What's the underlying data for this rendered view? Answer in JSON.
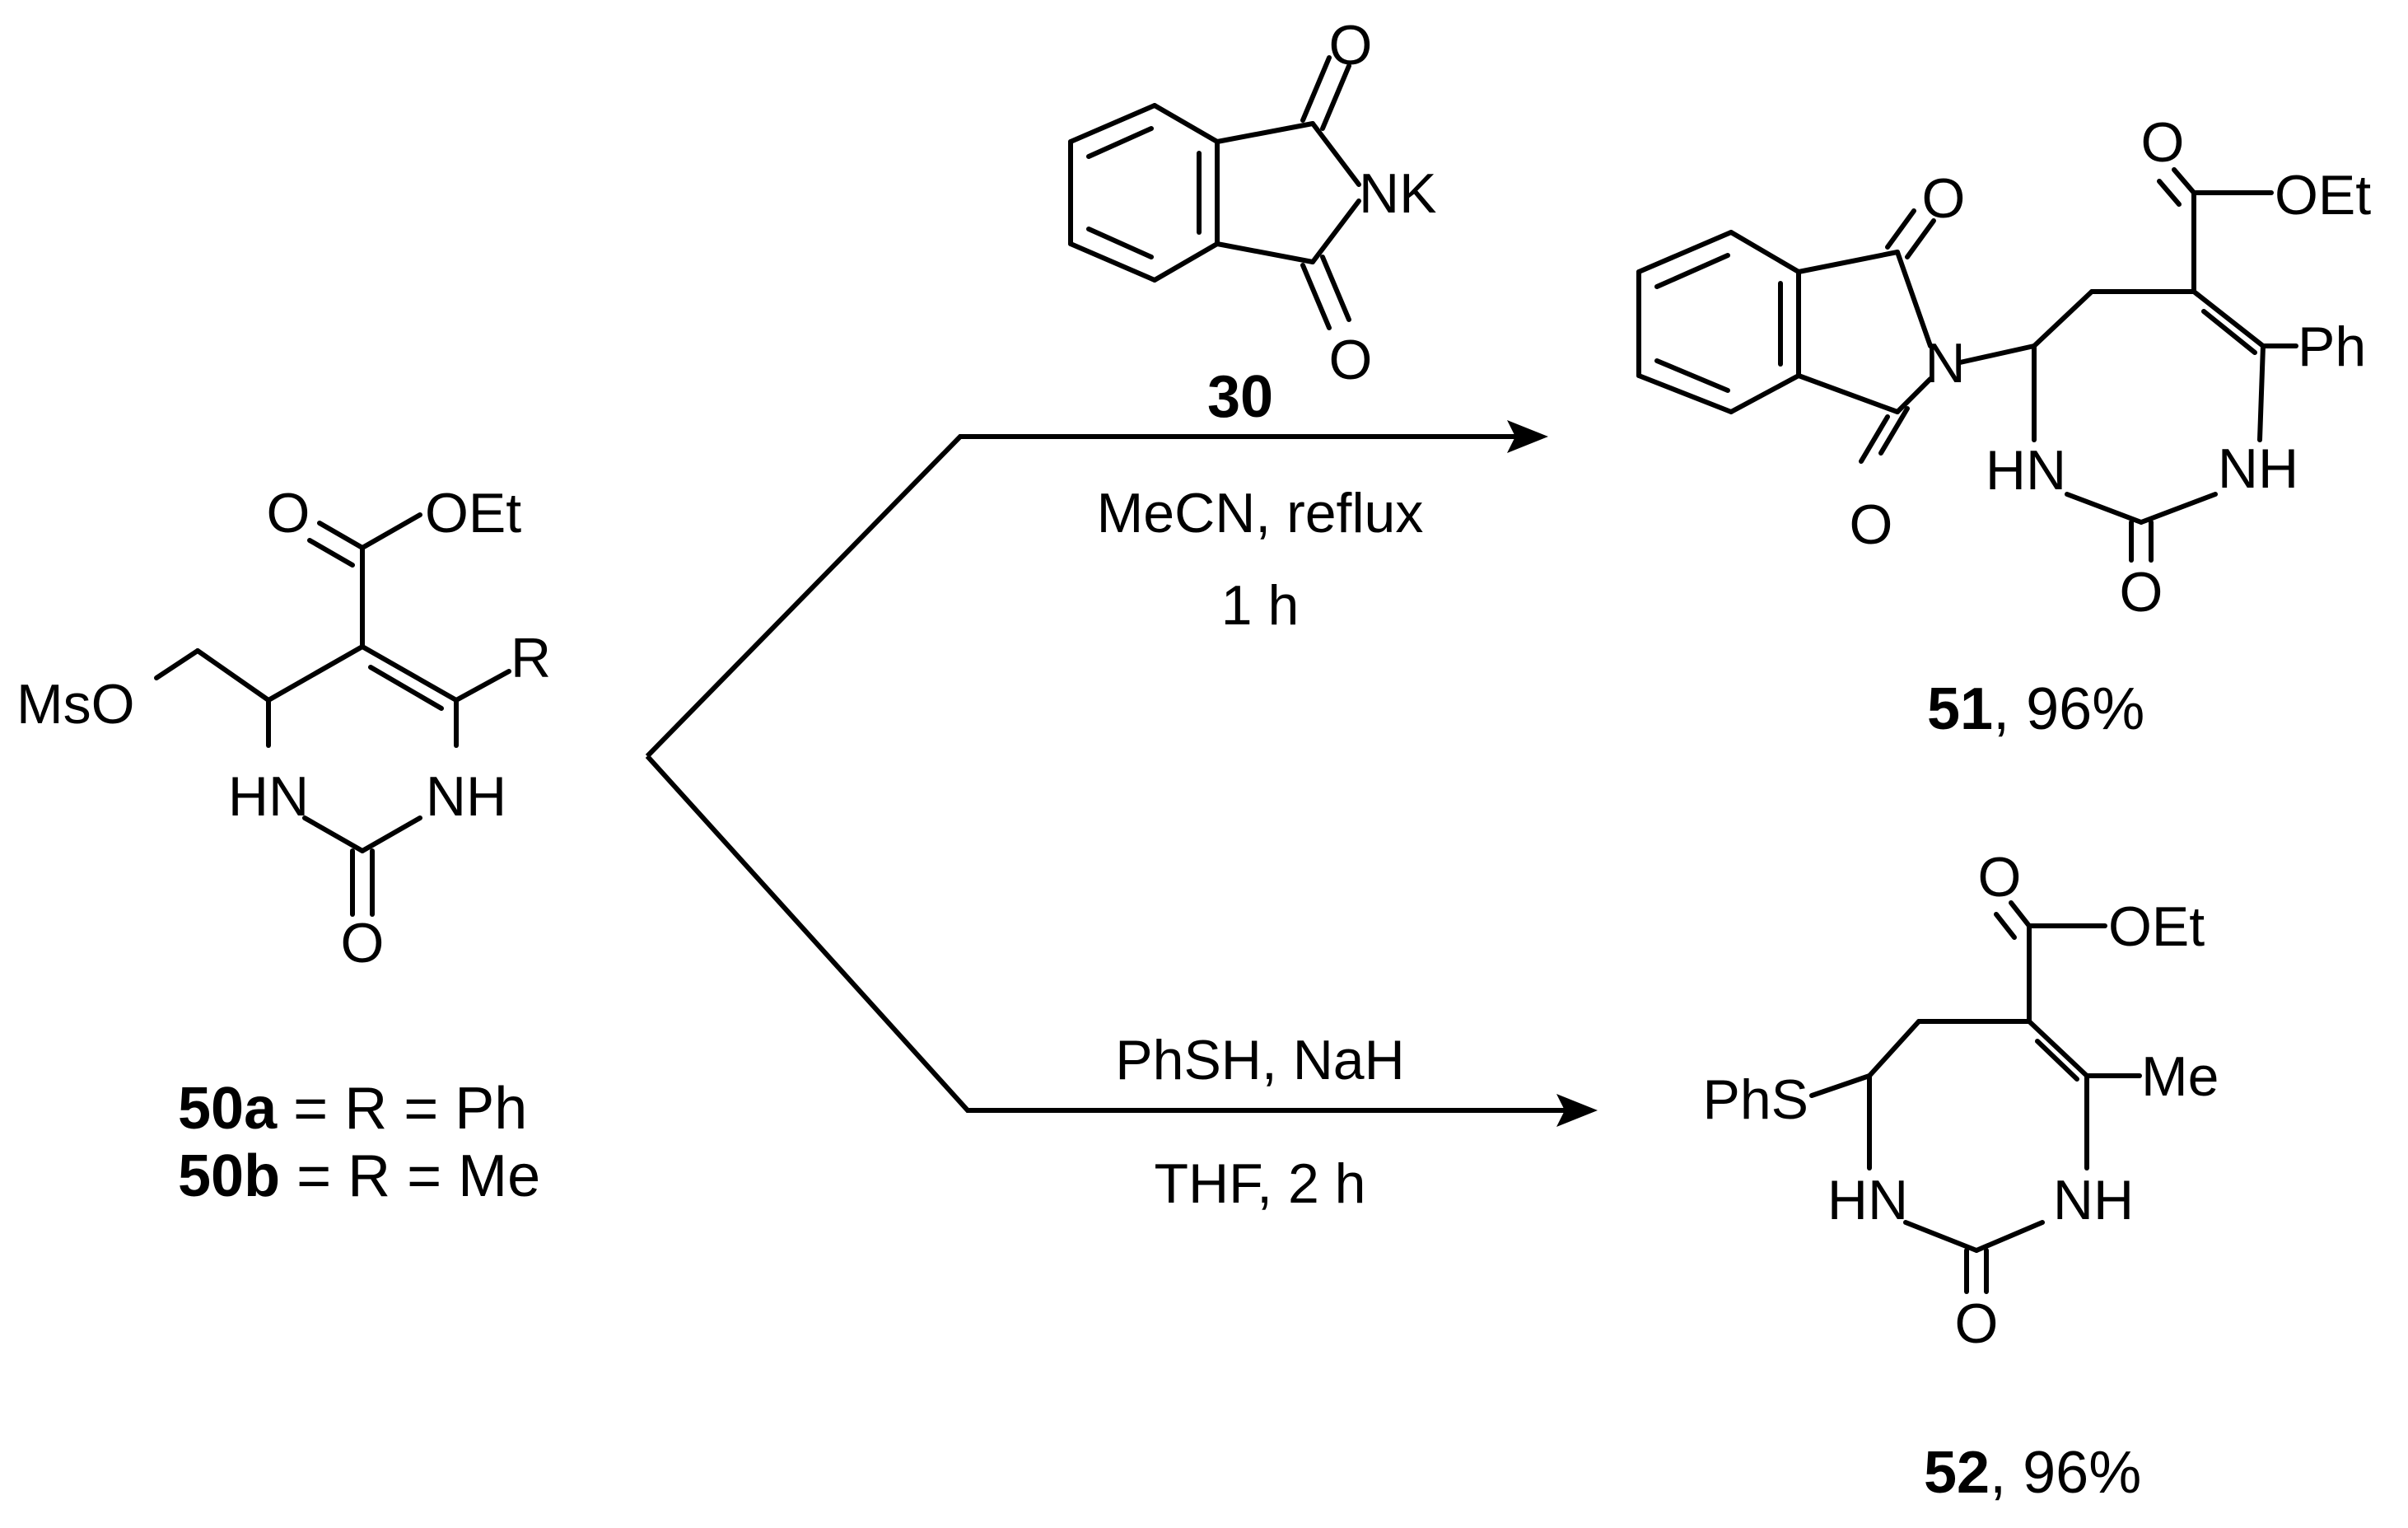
{
  "scheme": {
    "reactant": {
      "labels": {
        "carbonyl_o": "O",
        "ester": "OEt",
        "substituent": "R",
        "leaving_group": "MsO",
        "nh_left": "HN",
        "nh_right": "NH",
        "urea_o": "O"
      },
      "caption": {
        "line1": {
          "id": "50a",
          "text": " = R = Ph"
        },
        "line2": {
          "id": "50b",
          "text": " = R = Me"
        }
      }
    },
    "reagent_30": {
      "labels": {
        "o_top": "O",
        "nk": "NK",
        "o_bottom": "O"
      },
      "id": "30"
    },
    "conditions_top": {
      "line1": "MeCN, reflux",
      "line2": "1 h"
    },
    "conditions_bottom": {
      "line1": "PhSH, NaH",
      "line2": "THF, 2 h"
    },
    "product_51": {
      "labels": {
        "carbonyl_o": "O",
        "ester": "OEt",
        "phthalimide_o_top": "O",
        "phthalimide_o_bottom": "O",
        "n": "N",
        "ph": "Ph",
        "nh_left": "HN",
        "nh_right": "NH",
        "urea_o": "O"
      },
      "id": "51",
      "yield": ", 96%"
    },
    "product_52": {
      "labels": {
        "carbonyl_o": "O",
        "ester": "OEt",
        "phs": "PhS",
        "me": "Me",
        "nh_left": "HN",
        "nh_right": "NH",
        "urea_o": "O"
      },
      "id": "52",
      "yield": ", 96%"
    }
  }
}
